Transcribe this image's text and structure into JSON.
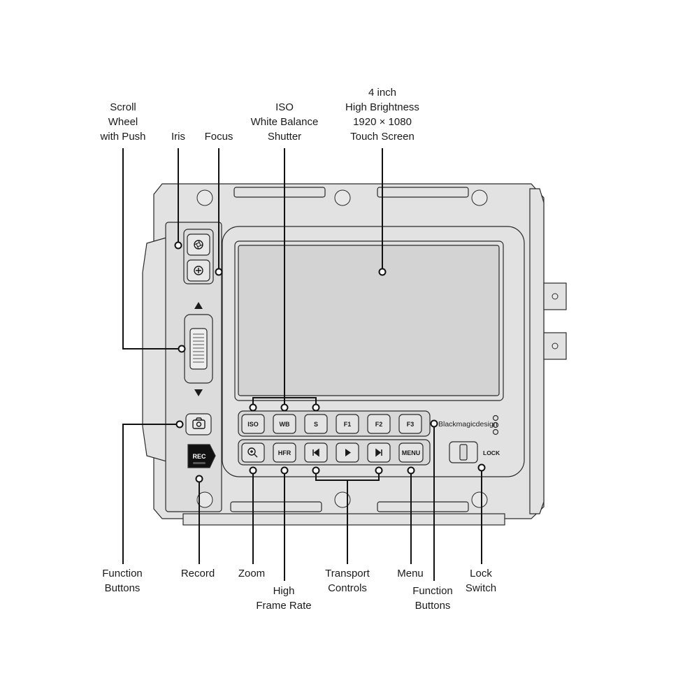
{
  "callouts": {
    "scroll_wheel": "Scroll\nWheel\nwith Push",
    "iris": "Iris",
    "focus": "Focus",
    "iso_wb_shutter": "ISO\nWhite Balance\nShutter",
    "touch_screen": "4 inch\nHigh Brightness\n1920 × 1080\nTouch Screen",
    "function_buttons_left": "Function\nButtons",
    "record": "Record",
    "zoom": "Zoom",
    "high_frame_rate": "High\nFrame Rate",
    "transport_controls": "Transport\nControls",
    "menu": "Menu",
    "function_buttons_right": "Function\nButtons",
    "lock_switch": "Lock\nSwitch"
  },
  "buttons": {
    "iso": "ISO",
    "wb": "WB",
    "s": "S",
    "f1": "F1",
    "f2": "F2",
    "f3": "F3",
    "hfr": "HFR",
    "menu": "MENU",
    "rec": "REC"
  },
  "labels": {
    "lock": "LOCK",
    "logo": "Blackmagicdesign"
  },
  "icons": {
    "iris": "iris-icon",
    "focus": "focus-icon",
    "camera": "camera-icon",
    "zoom": "zoom-icon",
    "skip_back": "skip-back-icon",
    "play": "play-icon",
    "skip_forward": "skip-forward-icon",
    "scroll_up": "arrow-up-icon",
    "scroll_down": "arrow-down-icon"
  }
}
